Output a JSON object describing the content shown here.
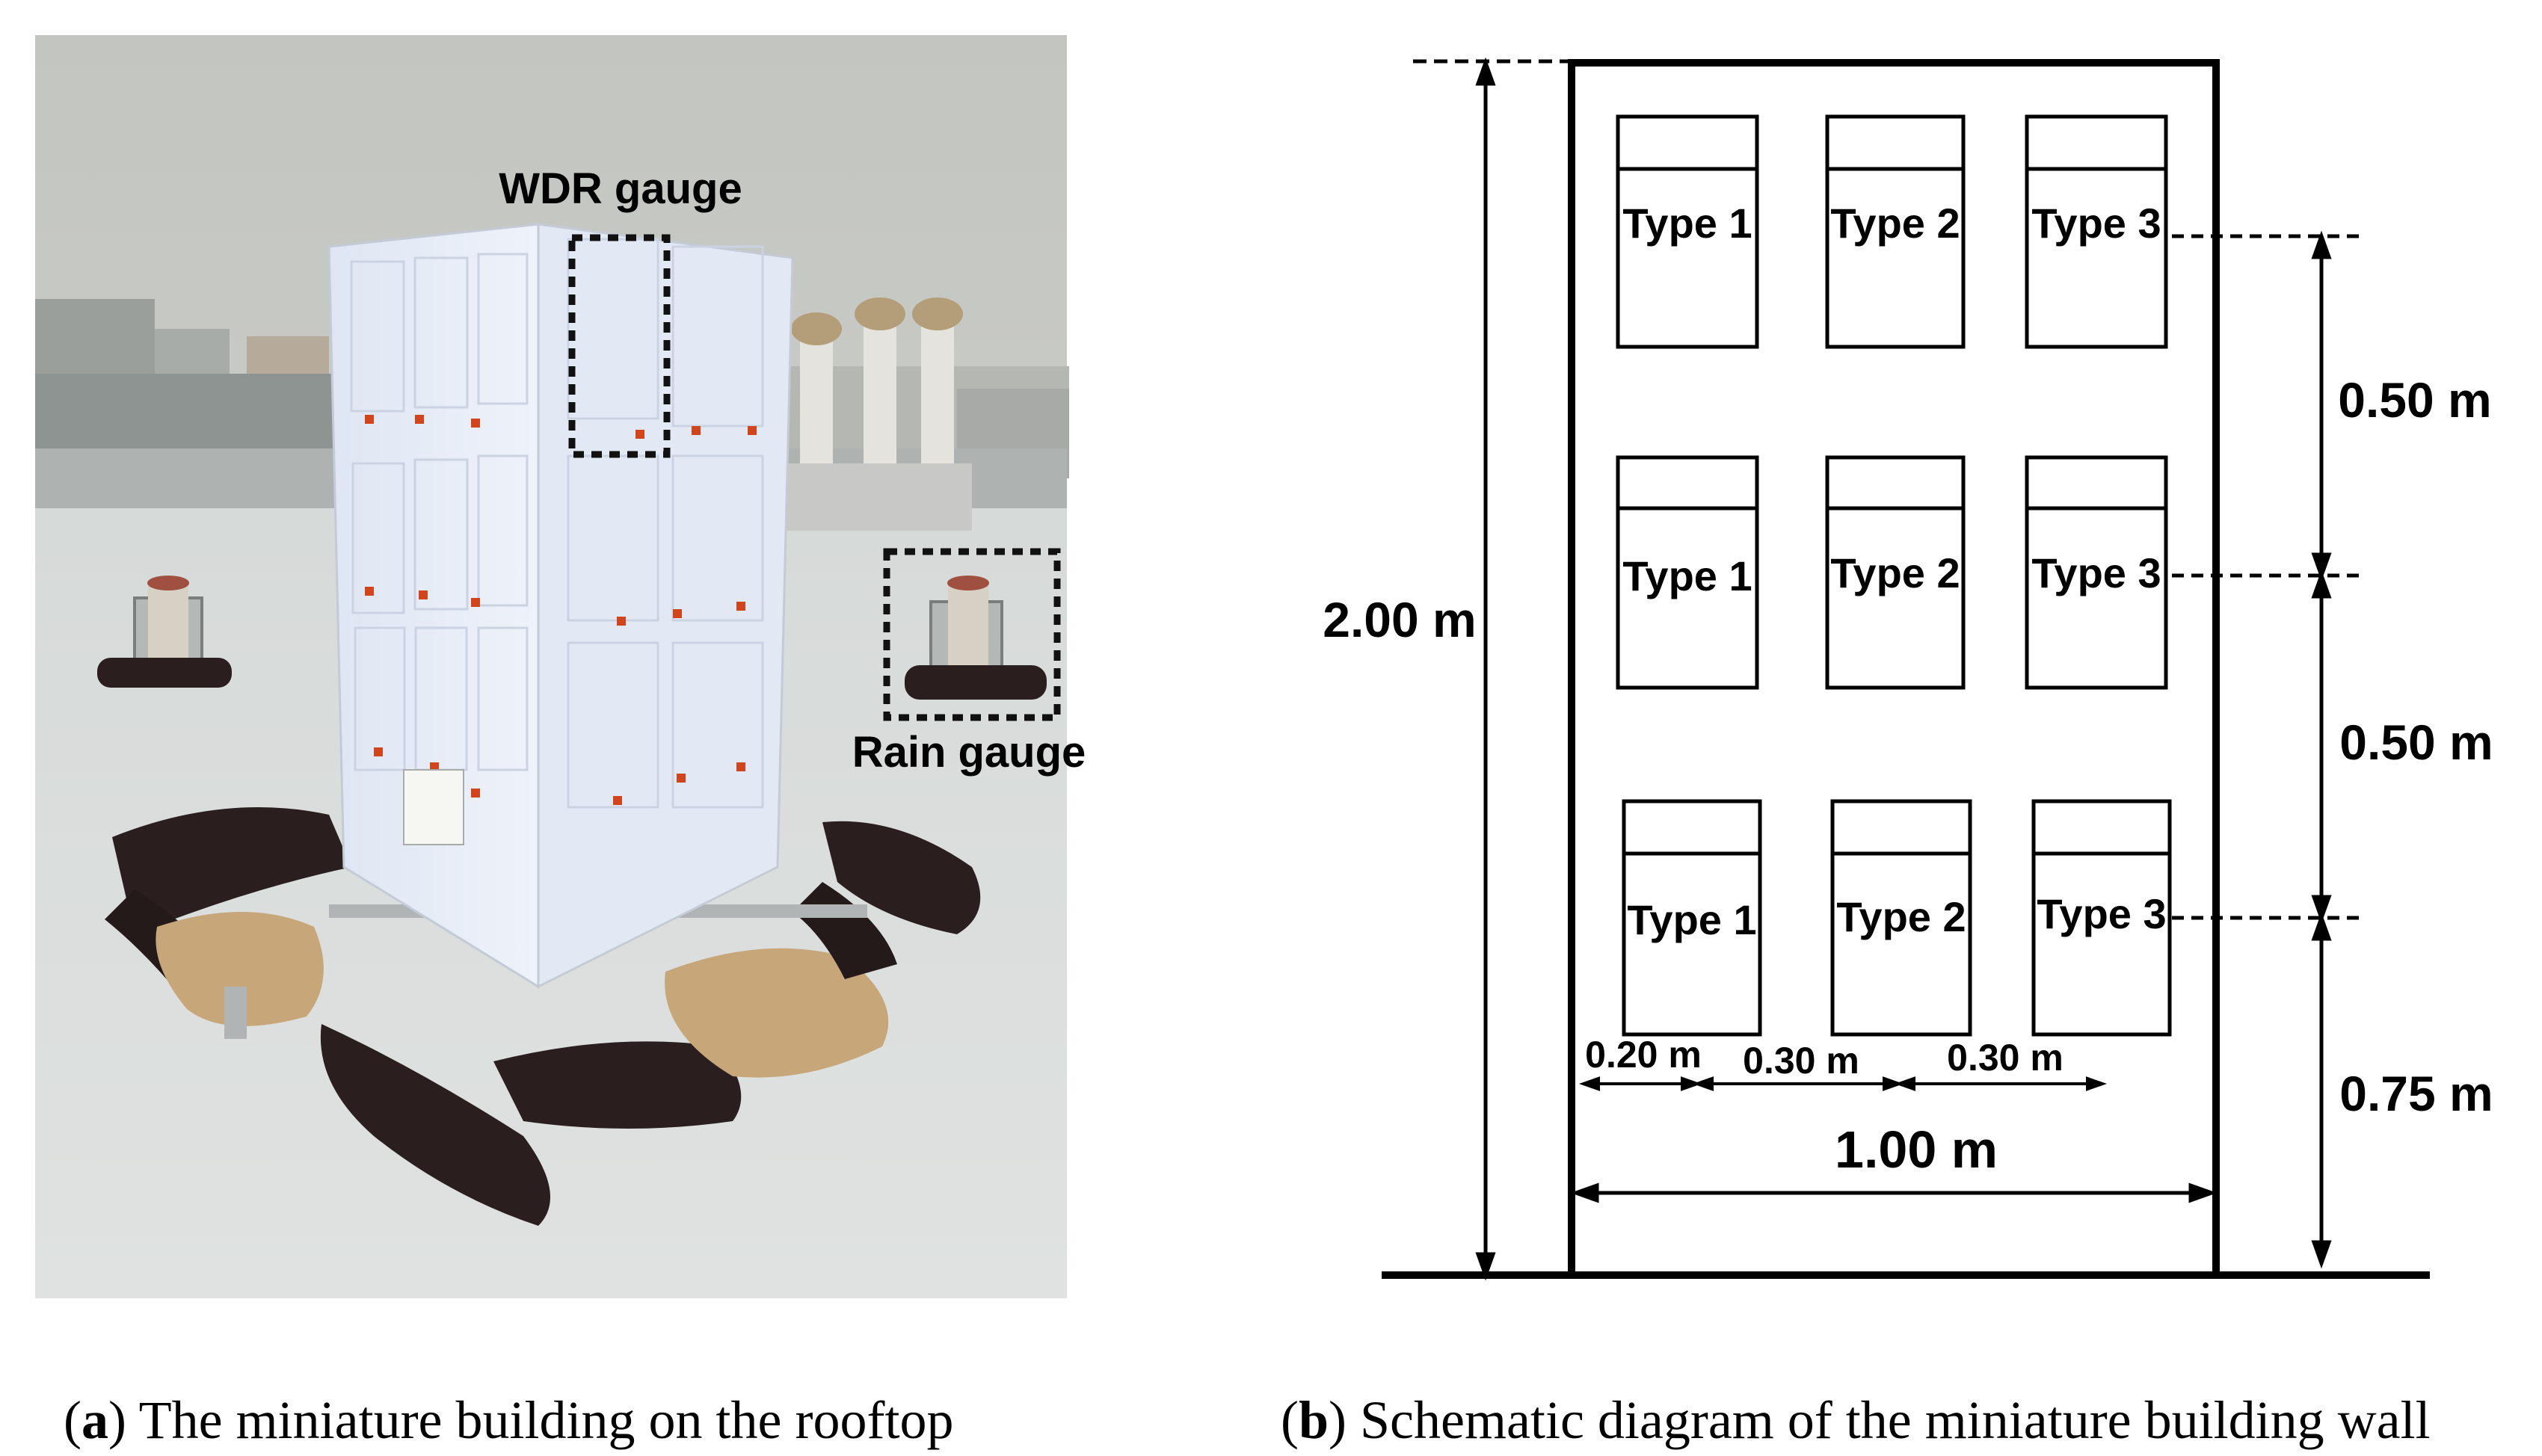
{
  "photo": {
    "wdr_label": "WDR gauge",
    "rain_label": "Rain gauge"
  },
  "schematic": {
    "height_label": "2.00 m",
    "width_label": "1.00 m",
    "spacing_labels": [
      "0.20 m",
      "0.30 m",
      "0.30 m"
    ],
    "vertical_labels": [
      "0.50 m",
      "0.50 m",
      "0.75 m"
    ],
    "gauge_rows": [
      [
        "Type 1",
        "Type 2",
        "Type 3"
      ],
      [
        "Type 1",
        "Type 2",
        "Type 3"
      ],
      [
        "Type 1",
        "Type 2",
        "Type 3"
      ]
    ]
  },
  "captions": {
    "a_letter": "a",
    "a_text": " The miniature building on the rooftop",
    "b_letter": "b",
    "b_text": " Schematic diagram of the miniature building wall"
  },
  "colors": {
    "sky": "#c9cbc7",
    "roof": "#d9dcd9",
    "building": "#e9eef7",
    "sandbag_dark": "#2a1e1e",
    "sandbag_light": "#c7a67a",
    "valve": "#d0451b"
  }
}
